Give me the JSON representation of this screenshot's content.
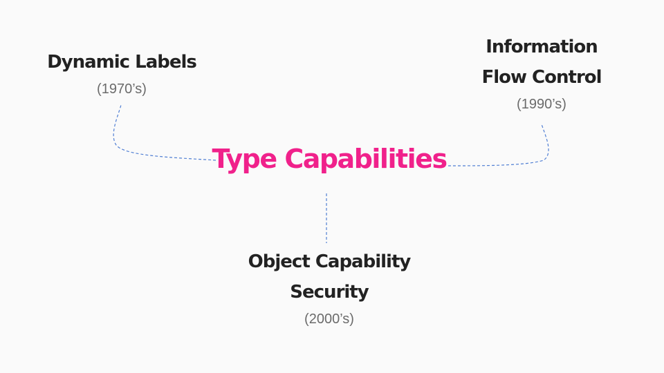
{
  "center": {
    "title": "Type Capabilities",
    "color": "#f0218b"
  },
  "nodes": {
    "dynamic_labels": {
      "title": "Dynamic Labels",
      "date": "(1970’s)"
    },
    "information_flow_control": {
      "title_line1": "Information",
      "title_line2": "Flow Control",
      "date": "(1990’s)"
    },
    "object_capability_security": {
      "title_line1": "Object Capability",
      "title_line2": "Security",
      "date": "(2000’s)"
    }
  },
  "colors": {
    "background": "#fafafa",
    "title_text": "#222222",
    "date_text": "#6b6b6b",
    "connector": "#4f7ed3"
  }
}
